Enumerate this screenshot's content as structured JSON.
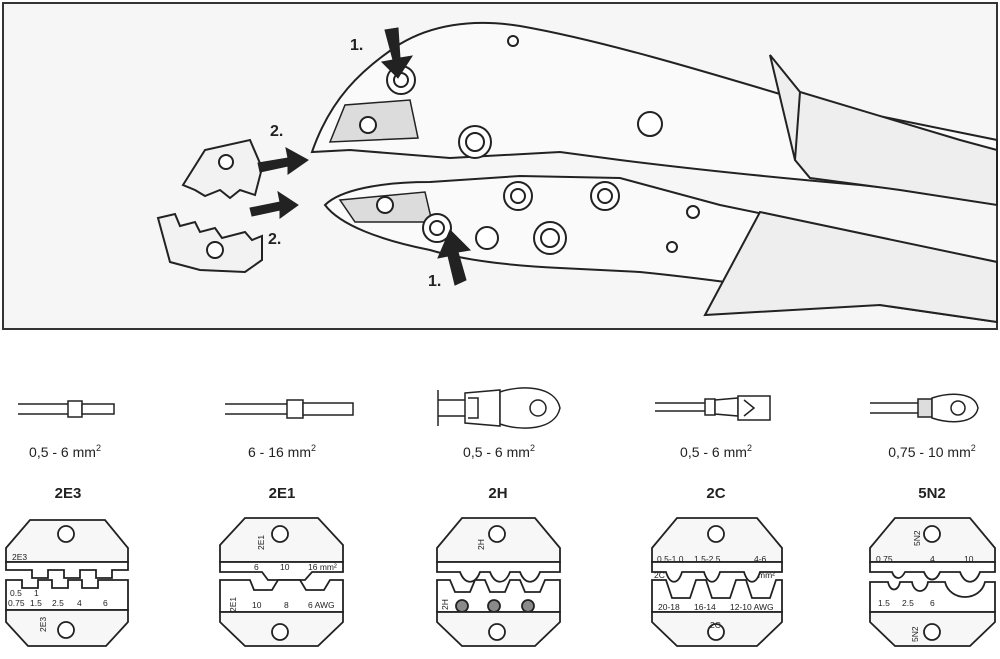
{
  "illustration": {
    "steps": [
      {
        "label": "1."
      },
      {
        "label": "2."
      },
      {
        "label": "2."
      },
      {
        "label": "1."
      }
    ]
  },
  "connectors": [
    {
      "range": "0,5 - 6 mm",
      "sup": "2",
      "code": "2E3",
      "die_marks": [
        "2E3",
        "0.5",
        "1",
        "0.75",
        "1.5",
        "2.5",
        "4",
        "6",
        "2E3"
      ]
    },
    {
      "range": "6 - 16 mm",
      "sup": "2",
      "code": "2E1",
      "die_marks": [
        "2E1",
        "6",
        "10",
        "16 mm²",
        "2E1",
        "10",
        "8",
        "6 AWG"
      ]
    },
    {
      "range": "0,5 - 6 mm",
      "sup": "2",
      "code": "2H",
      "die_marks": [
        "2H",
        "2H"
      ]
    },
    {
      "range": "0,5 - 6 mm",
      "sup": "2",
      "code": "2C",
      "die_marks": [
        "0.5-1.0",
        "1.5-2.5",
        "4-6",
        "2C",
        "mm²",
        "20-18",
        "16-14",
        "12-10 AWG",
        "2C"
      ]
    },
    {
      "range": "0,75 - 10 mm",
      "sup": "2",
      "code": "5N2",
      "die_marks": [
        "5N2",
        "0.75",
        "4",
        "10",
        "1.5",
        "2.5",
        "6",
        "5N2"
      ]
    }
  ],
  "colors": {
    "line": "#222222",
    "panel_fill": "#f4f4f4",
    "die_dot": "#8a8a8a"
  }
}
